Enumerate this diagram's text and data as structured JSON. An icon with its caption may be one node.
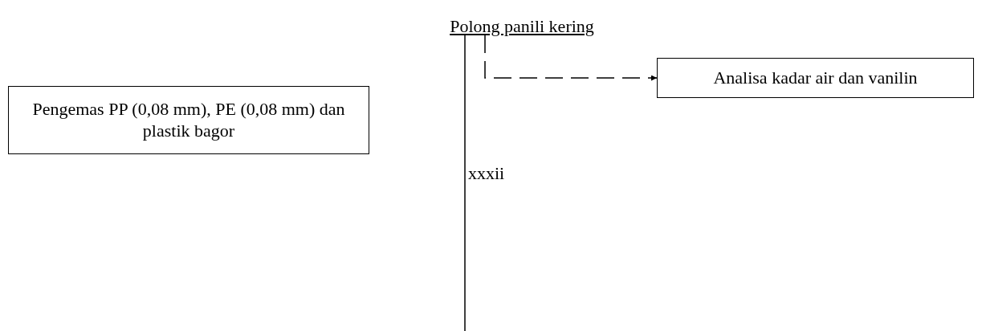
{
  "diagram": {
    "nodes": [
      {
        "text": [
          "Polong panili kering"
        ]
      },
      {
        "text": [
          "Pengemas PP (0,08 mm), PE (0,08 mm) dan plastik bagor"
        ]
      },
      {
        "text": [
          "Analisa kadar air dan vanilin"
        ]
      }
    ],
    "edges": [
      {
        "from": 0,
        "to": null,
        "arrow": "none"
      },
      {
        "from": 0,
        "to": 2,
        "arrow": "to",
        "style": "dashed"
      }
    ],
    "labels": [
      "xxxii"
    ]
  }
}
